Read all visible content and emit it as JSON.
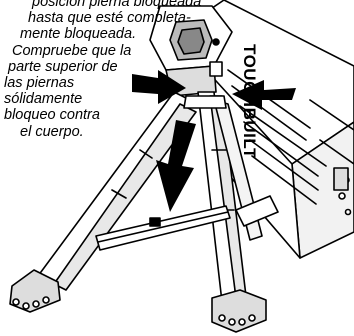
{
  "caption": {
    "lines": [
      "posición pierna bloqueada",
      "hasta que esté completa-",
      "mente bloqueada.",
      "Compruebe que la",
      "parte superior de",
      "las piernas",
      "sólidamente",
      "bloqueo contra",
      "el cuerpo."
    ]
  },
  "brand": {
    "text": "TOUGHBUILT"
  },
  "icons": {
    "down_arrow": "arrow-down-icon",
    "right_arrow": "arrow-right-icon",
    "left_arrow": "arrow-left-icon"
  }
}
